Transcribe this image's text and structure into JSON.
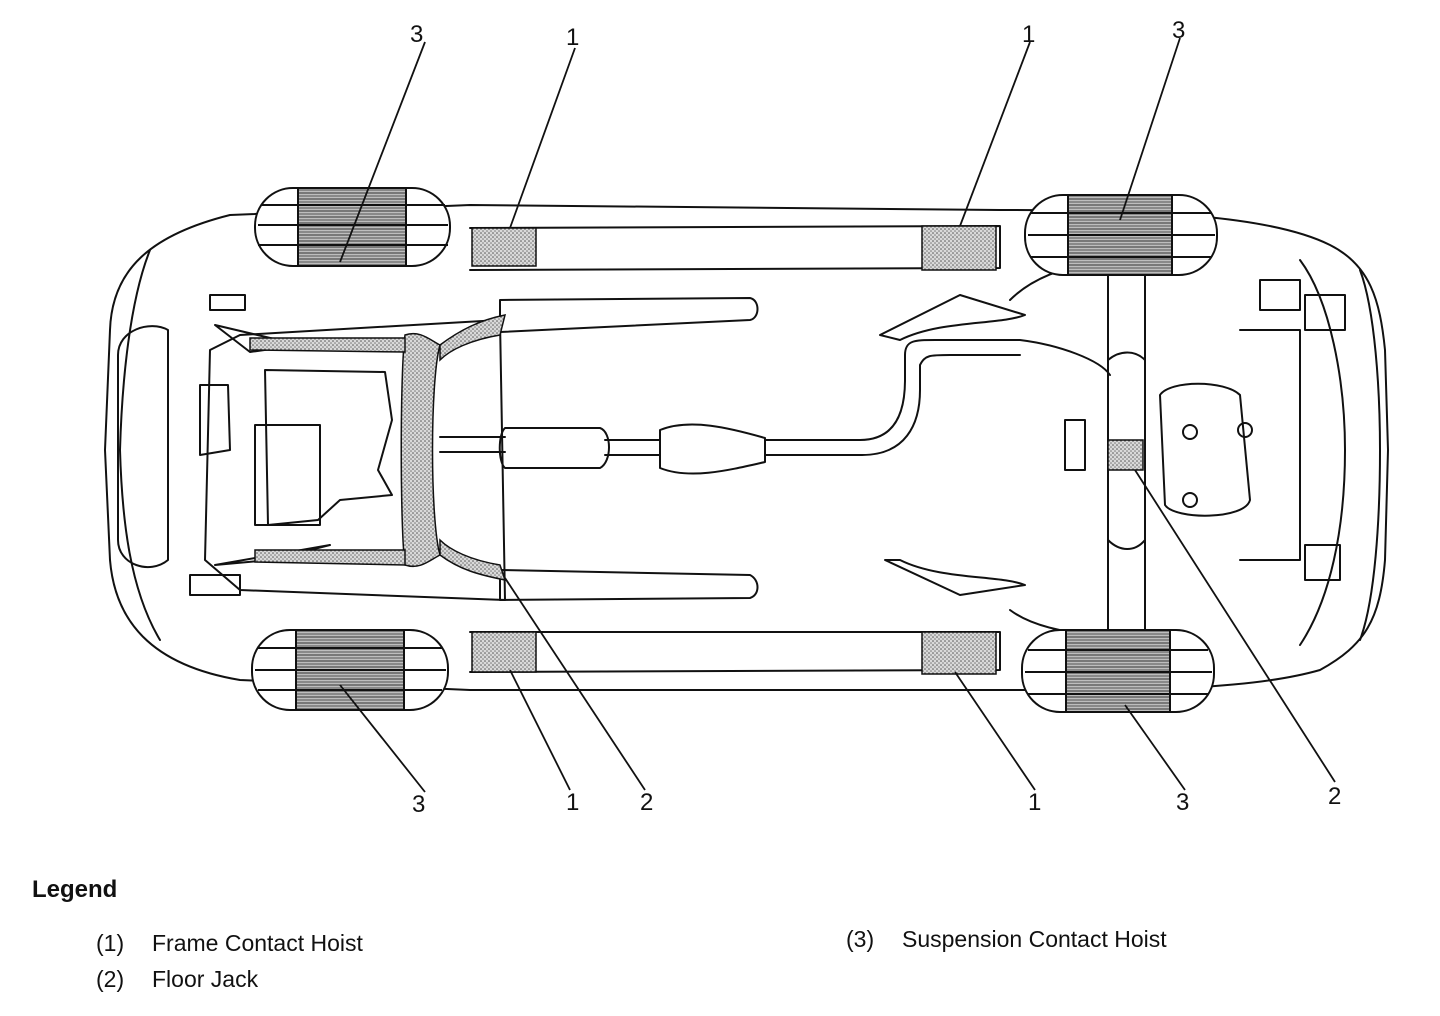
{
  "callouts": {
    "frame_hoist": "1",
    "floor_jack": "2",
    "suspension_hoist": "3"
  },
  "legend": {
    "title": "Legend",
    "items": [
      {
        "number": "(1)",
        "label": "Frame Contact Hoist"
      },
      {
        "number": "(2)",
        "label": "Floor Jack"
      },
      {
        "number": "(3)",
        "label": "Suspension Contact Hoist"
      }
    ]
  }
}
